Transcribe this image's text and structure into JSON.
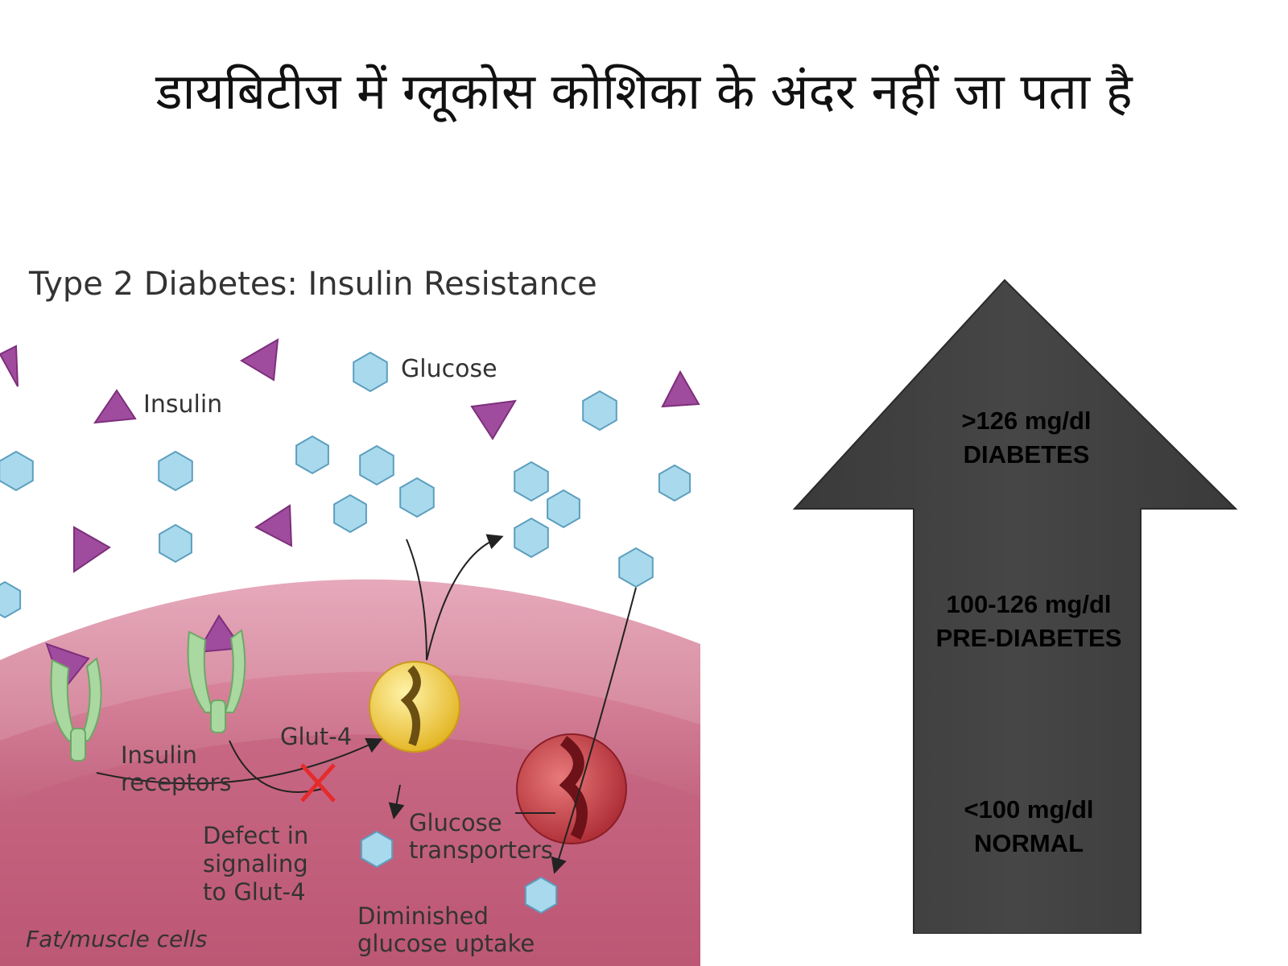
{
  "slide": {
    "title": "डायबिटीज में ग्लूकोस  कोशिका के अंदर नहीं जा पता है"
  },
  "diagram": {
    "title": "Type 2 Diabetes: Insulin Resistance",
    "labels": {
      "insulin": "Insulin",
      "glucose": "Glucose",
      "insulin_receptors_1": "Insulin",
      "insulin_receptors_2": "receptors",
      "glut4": "Glut-4",
      "defect_1": "Defect in",
      "defect_2": "signaling",
      "defect_3": "to Glut-4",
      "transporters_1": "Glucose",
      "transporters_2": "transporters",
      "uptake_1": "Diminished",
      "uptake_2": "glucose uptake",
      "cells": "Fat/muscle cells"
    },
    "colors": {
      "insulin": "#a04c9e",
      "glucose": "#a9d9ec",
      "cell": "#c96a86",
      "receptor": "#a9d8a0",
      "glut4": "#f2cf3e",
      "defect": "#e52b2b"
    }
  },
  "levels": {
    "diabetes_value": ">126 mg/dl",
    "diabetes_label": "DIABETES",
    "prediabetes_value": "100-126 mg/dl",
    "prediabetes_label": "PRE-DIABETES",
    "normal_value": "<100 mg/dl",
    "normal_label": "NORMAL",
    "arrow_color": "#404040"
  }
}
